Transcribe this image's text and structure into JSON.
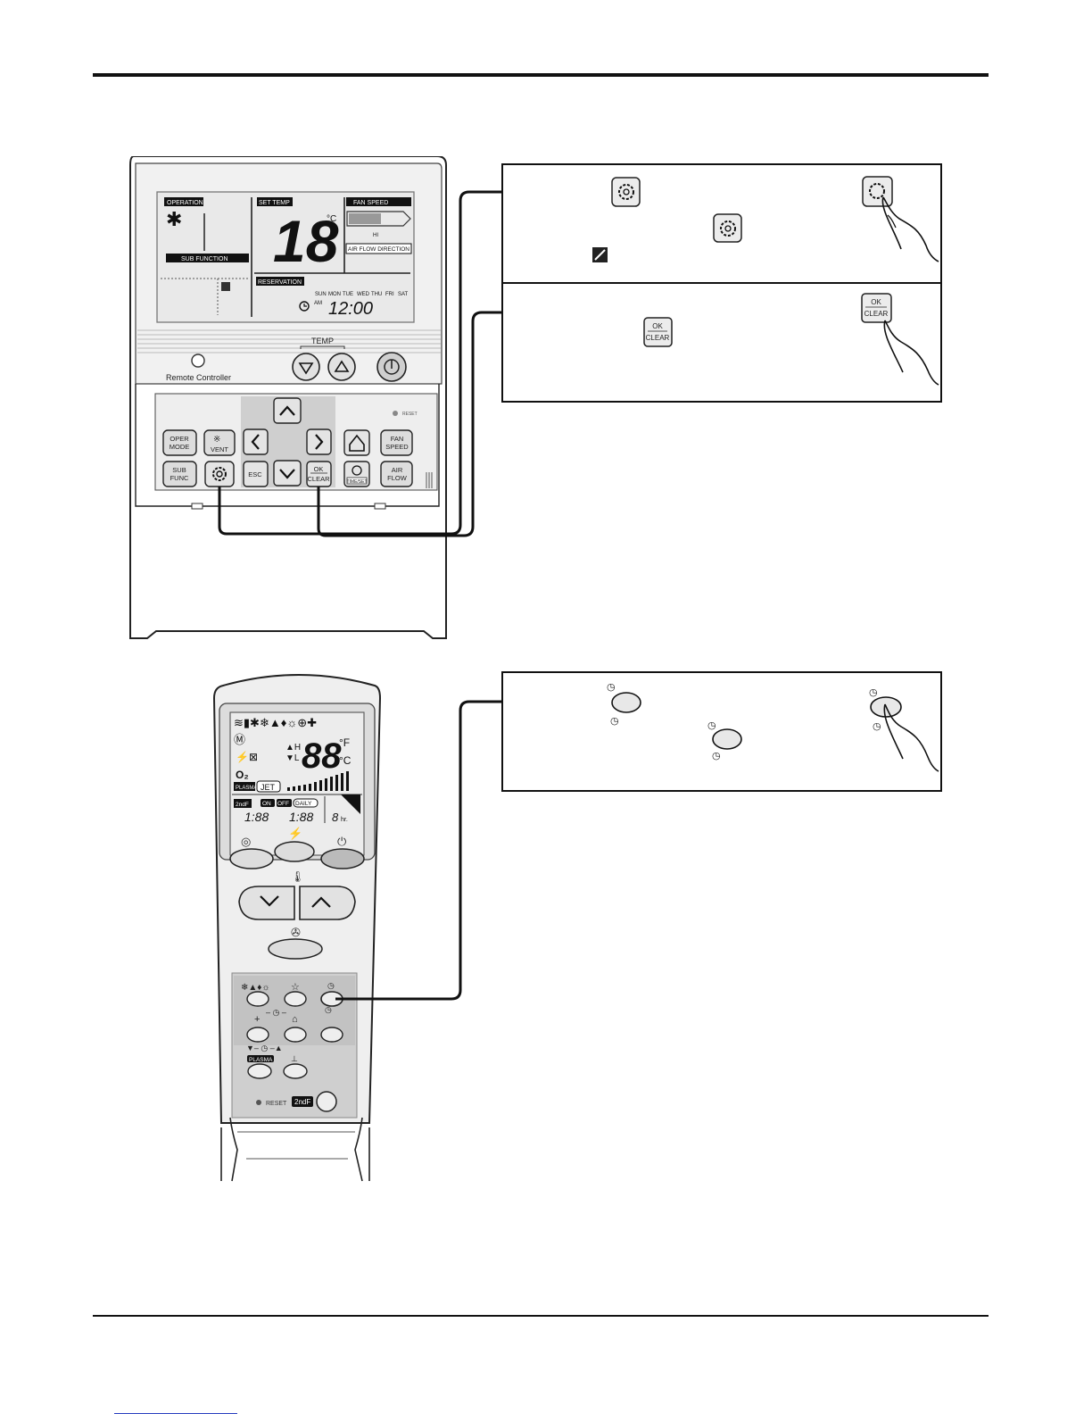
{
  "wired_remote": {
    "lcd": {
      "operation_label": "OPERATION",
      "set_temp_label": "SET TEMP",
      "fan_speed_label": "FAN SPEED",
      "sub_function_label": "SUB FUNCTION",
      "air_flow_direction_label": "AIR FLOW DIRECTION",
      "reservation_label": "RESERVATION",
      "temp_value": "18",
      "temp_unit": "°C",
      "fan_level": "HI",
      "days": [
        "SUN",
        "MON",
        "TUE",
        "WED",
        "THU",
        "FRI",
        "SAT"
      ],
      "am_label": "AM",
      "time_value": "12:00"
    },
    "brand_label": "Remote Controller",
    "temp_label": "TEMP",
    "reset_label": "RESET",
    "buttons": {
      "oper_mode": [
        "OPER",
        "MODE"
      ],
      "vent": "VENT",
      "sub_func": [
        "SUB",
        "FUNC"
      ],
      "esc": "ESC",
      "ok_clear": [
        "OK",
        "CLEAR"
      ],
      "time_label": "TIME/SET",
      "fan_speed": [
        "FAN",
        "SPEED"
      ],
      "air_flow": [
        "AIR",
        "FLOW"
      ]
    }
  },
  "callouts": {
    "ok_clear_button": [
      "OK",
      "CLEAR"
    ]
  },
  "wireless_remote": {
    "lcd": {
      "temp_value": "88",
      "unit_f": "°F",
      "unit_c": "°C",
      "plasma_label": "PLASMA",
      "jet_label": "JET",
      "second_f_label": "2ndF",
      "on_label": "ON",
      "off_label": "OFF",
      "daily_label": "DAILY",
      "timer_on_value": "1:88",
      "timer_off_value": "1:88",
      "hours_value": "8",
      "hours_unit": "hr."
    },
    "plasma_button_label": "PLASMA",
    "reset_label": "RESET",
    "second_f_button_label": "2ndF"
  },
  "colors": {
    "ink": "#111111",
    "button_grey": "#d8d8d8",
    "panel_grey": "#c9c9c9",
    "body_light": "#eeeeee"
  }
}
